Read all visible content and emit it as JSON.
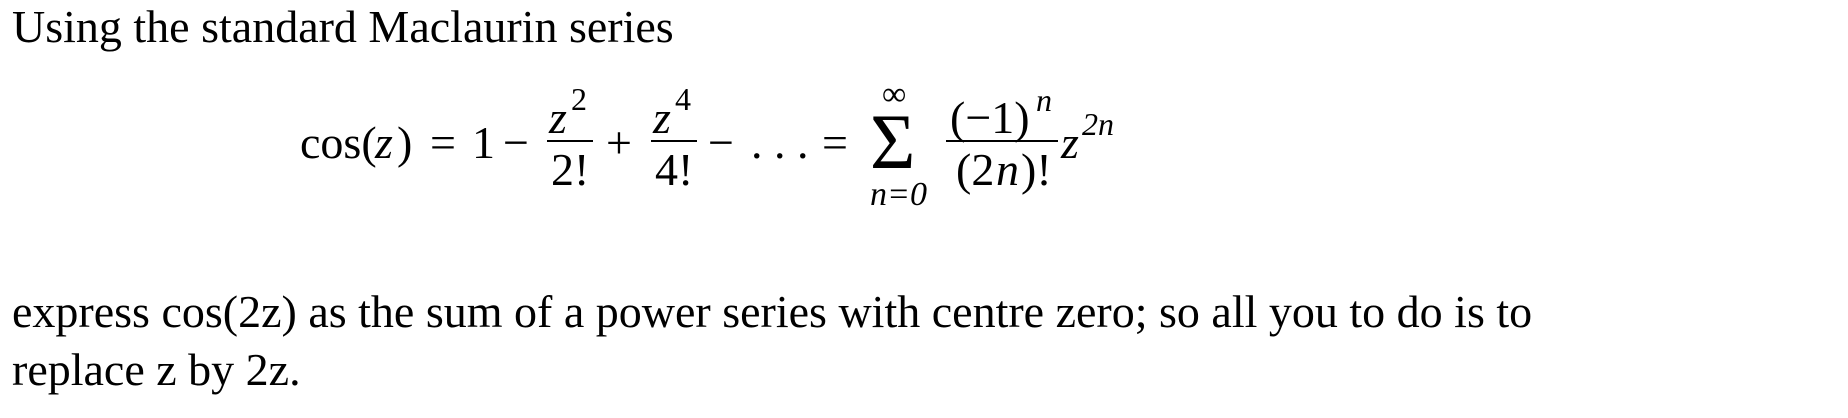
{
  "intro": "Using the standard Maclaurin series",
  "equation": {
    "lhs_fn": "cos(",
    "lhs_var": "z",
    "lhs_close": ")",
    "eq1": "=",
    "one": "1",
    "minus1": "−",
    "term2": {
      "num_var": "z",
      "num_exp": "2",
      "den": "2!"
    },
    "plus1": "+",
    "term4": {
      "num_var": "z",
      "num_exp": "4",
      "den": "4!"
    },
    "minus2": "−",
    "dots": ". . .",
    "eq2": "=",
    "sum": {
      "symbol": "Σ",
      "upper": "∞",
      "lower": "n=0"
    },
    "frac": {
      "num": "(−1)",
      "num_exp": "n",
      "den_open": "(2",
      "den_var": "n",
      "den_close": ")!"
    },
    "tail": {
      "var": "z",
      "exp": "2n"
    }
  },
  "closing": {
    "line1": "express cos(2z) as the sum of a power series with centre zero; so all you to do is to",
    "line2": "replace z by 2z."
  }
}
